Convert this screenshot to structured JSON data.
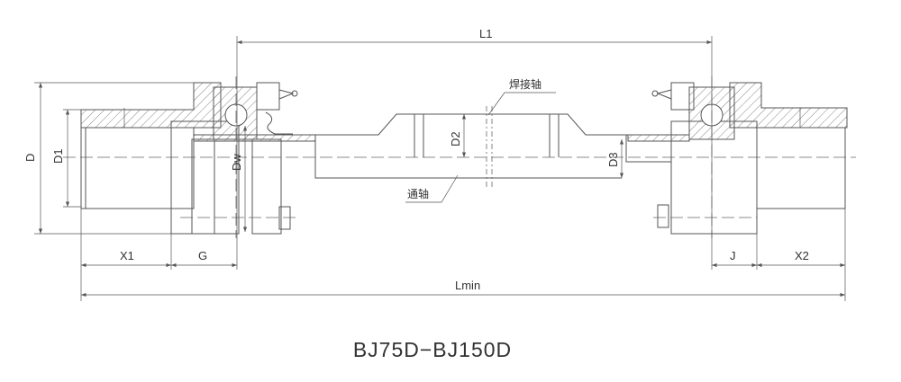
{
  "labels": {
    "L1": "L1",
    "weld_shaft": "焊接轴",
    "through_shaft": "通轴",
    "D": "D",
    "D1": "D1",
    "D2": "D2",
    "D3": "D3",
    "Dw": "Dw",
    "X1": "X1",
    "G": "G",
    "J": "J",
    "X2": "X2",
    "Lmin": "Lmin"
  },
  "title": "BJ75D−BJ150D"
}
